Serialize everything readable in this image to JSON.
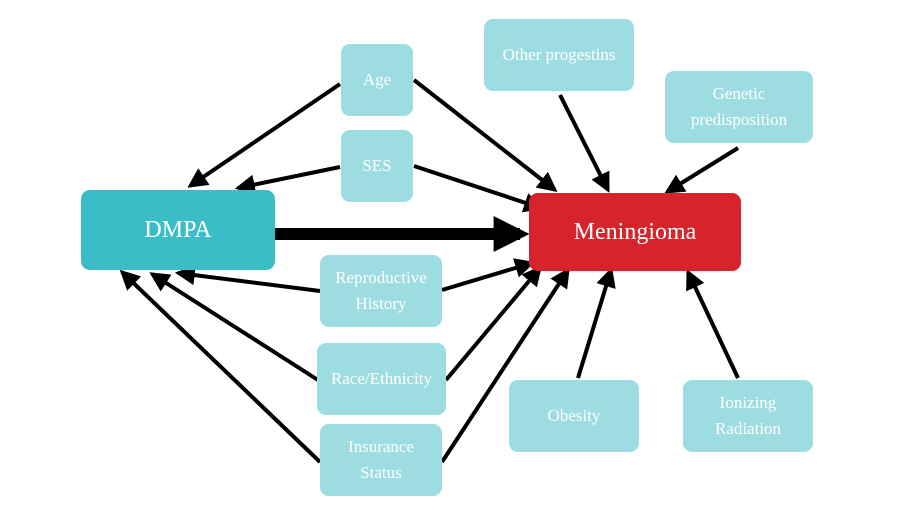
{
  "diagram": {
    "exposure": {
      "label": "DMPA",
      "color": "#3bbdc7"
    },
    "outcome": {
      "label": "Meningioma",
      "color": "#d6232c"
    },
    "node_color": "#9ddde2",
    "confounders": [
      {
        "label": "Age"
      },
      {
        "label": "SES"
      },
      {
        "label": "Reproductive\nHistory"
      },
      {
        "label": "Race/Ethnicity"
      },
      {
        "label": "Insurance\nStatus"
      }
    ],
    "outcome_causes": [
      {
        "label": "Other progestins"
      },
      {
        "label": "Genetic\npredisposition"
      },
      {
        "label": "Obesity"
      },
      {
        "label": "Ionizing\nRadiation"
      }
    ],
    "edges": [
      {
        "from": "DMPA",
        "to": "Meningioma",
        "style": "thick"
      },
      {
        "from": "Age",
        "to": "DMPA"
      },
      {
        "from": "Age",
        "to": "Meningioma"
      },
      {
        "from": "SES",
        "to": "DMPA"
      },
      {
        "from": "SES",
        "to": "Meningioma"
      },
      {
        "from": "Reproductive History",
        "to": "DMPA"
      },
      {
        "from": "Reproductive History",
        "to": "Meningioma"
      },
      {
        "from": "Race/Ethnicity",
        "to": "DMPA"
      },
      {
        "from": "Race/Ethnicity",
        "to": "Meningioma"
      },
      {
        "from": "Insurance Status",
        "to": "DMPA"
      },
      {
        "from": "Insurance Status",
        "to": "Meningioma"
      },
      {
        "from": "Other progestins",
        "to": "Meningioma"
      },
      {
        "from": "Genetic predisposition",
        "to": "Meningioma"
      },
      {
        "from": "Obesity",
        "to": "Meningioma"
      },
      {
        "from": "Ionizing Radiation",
        "to": "Meningioma"
      }
    ]
  }
}
